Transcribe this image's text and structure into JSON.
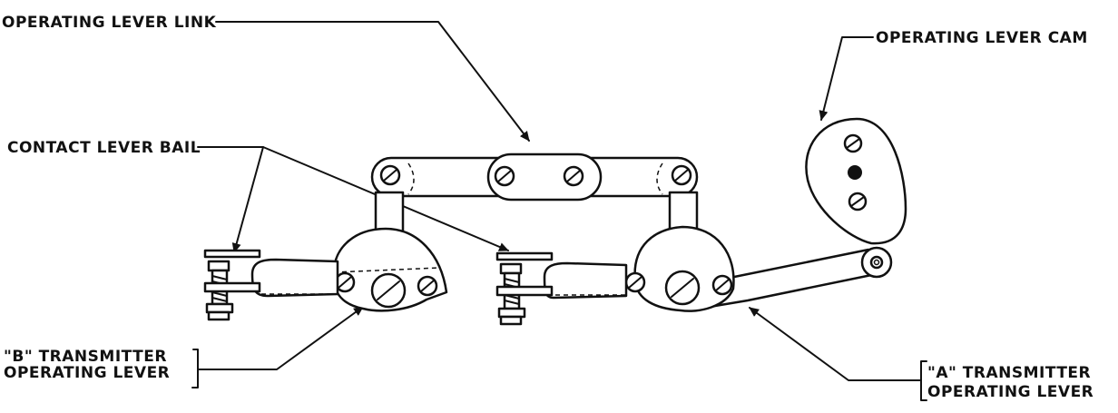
{
  "labels": {
    "operating_lever_link": "OPERATING LEVER LINK",
    "operating_lever_cam": "OPERATING LEVER CAM",
    "contact_lever_bail": "CONTACT LEVER BAIL",
    "b_transmitter_line1": "\"B\" TRANSMITTER",
    "b_transmitter_line2": "OPERATING LEVER",
    "a_transmitter_line1": "\"A\" TRANSMITTER",
    "a_transmitter_line2": "OPERATING LEVER"
  }
}
